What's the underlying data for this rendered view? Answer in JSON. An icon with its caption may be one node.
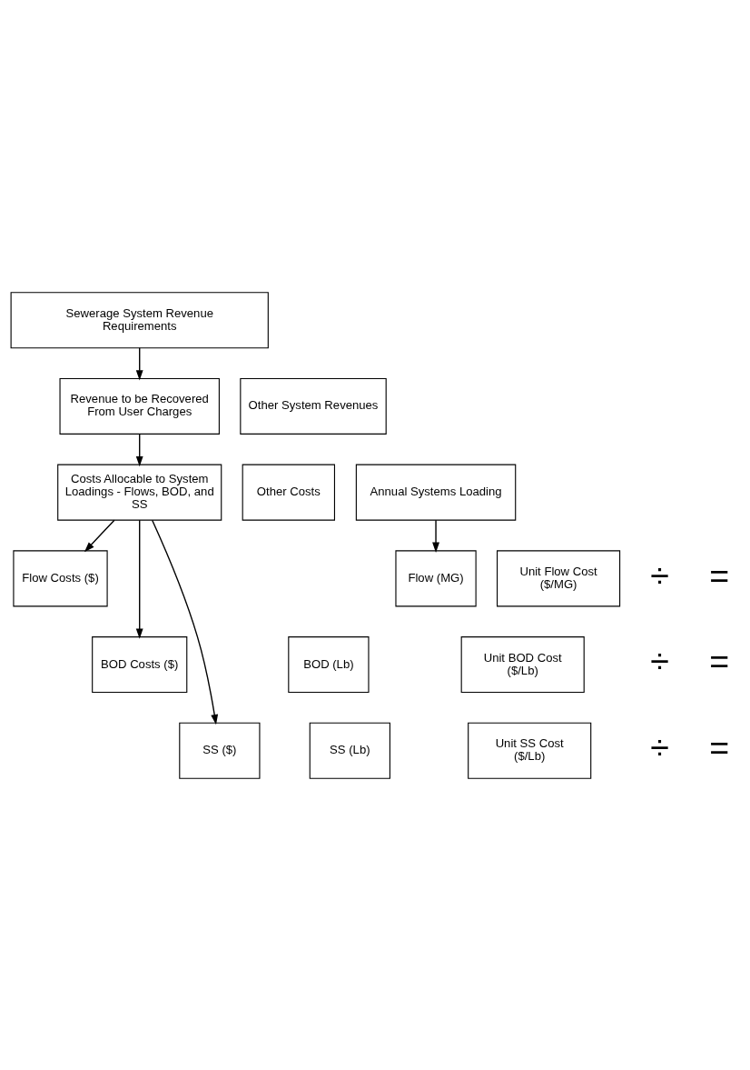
{
  "diagram": {
    "nodes": [
      {
        "text": [
          "Sewerage System Revenue Requirements"
        ]
      },
      {
        "text": [
          "Revenue to be Recovered From User Charges"
        ]
      },
      {
        "text": [
          "Other System Revenues"
        ]
      },
      {
        "text": [
          "Costs Allocable to System Loadings - Flows, BOD, and SS"
        ]
      },
      {
        "text": [
          "Other Costs"
        ]
      },
      {
        "text": [
          "Annual Systems Loading"
        ]
      },
      {
        "text": [
          "Flow Costs ($)"
        ]
      },
      {
        "text": [
          "Flow (MG)"
        ]
      },
      {
        "text": [
          "Unit Flow Cost ($/MG)"
        ]
      },
      {
        "text": [
          "BOD Costs ($)"
        ]
      },
      {
        "text": [
          "BOD (Lb)"
        ]
      },
      {
        "text": [
          "Unit BOD Cost ($/Lb)"
        ]
      },
      {
        "text": [
          "SS ($)"
        ]
      },
      {
        "text": [
          "SS (Lb)"
        ]
      },
      {
        "text": [
          "Unit SS Cost ($/Lb)"
        ]
      }
    ],
    "edges": [
      {
        "from": 0,
        "to": 1,
        "arrow": "to"
      },
      {
        "from": 1,
        "to": 3,
        "arrow": "to"
      },
      {
        "from": 3,
        "to": 6,
        "arrow": "to"
      },
      {
        "from": 3,
        "to": 9,
        "arrow": "to"
      },
      {
        "from": 3,
        "to": 12,
        "arrow": "to"
      },
      {
        "from": 5,
        "to": 7,
        "arrow": "to"
      }
    ],
    "labels": [
      "÷",
      "=",
      "÷",
      "=",
      "÷",
      "="
    ]
  }
}
